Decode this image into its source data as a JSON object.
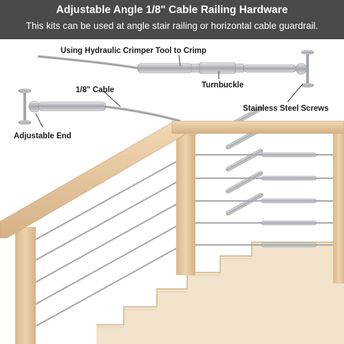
{
  "banner": {
    "title": "Adjustable Angle  1/8\" Cable Railing Hardware",
    "subtitle": "This kits can be used at angle stair railing or horizontal cable guardrail."
  },
  "callouts": {
    "crimp": "Using Hydraulic Crimper Tool to Crimp",
    "turnbuckle": "Turnbuckle",
    "screws": "Stainless Steel Screws",
    "cable": "1/8\" Cable",
    "adjustable_end": "Adjustable End"
  },
  "colors": {
    "banner_bg": "#4a4a4c",
    "wood": "#e8cda6",
    "wood_shadow": "#d4b184",
    "stair_face": "#f1e3cc",
    "steel": "#b9bcc0"
  },
  "icons": [
    "hardware-kit-illustration",
    "staircase-illustration"
  ]
}
